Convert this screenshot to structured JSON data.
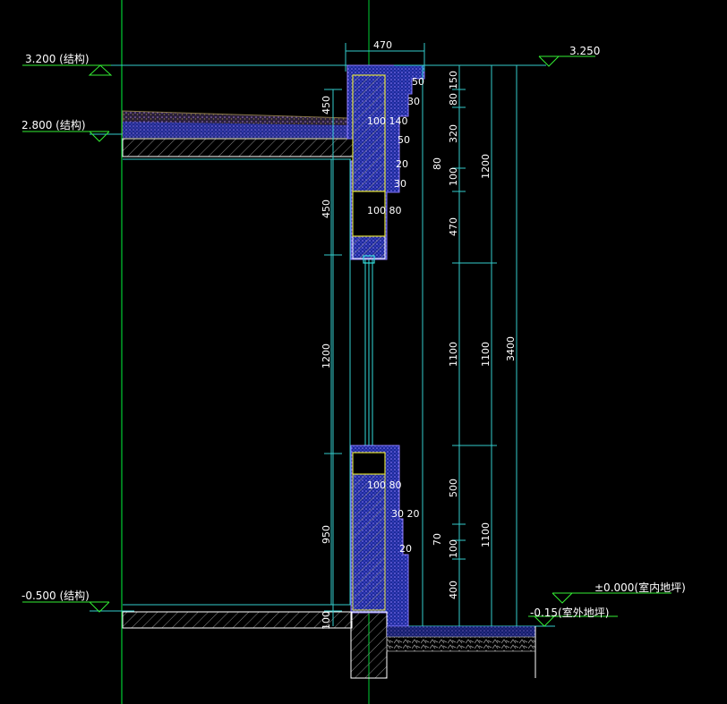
{
  "levels": {
    "roof_struct": "3.200 (结构)",
    "parapet_top": "3.250",
    "slab_struct": "2.800 (结构)",
    "floor_struct": "-0.500 (结构)",
    "indoor_floor": "±0.000(室内地坪)",
    "outdoor_ground": "-0.15(室外地坪)"
  },
  "dimensions": {
    "top_width": "470",
    "cap_50": "50",
    "cap_30": "30",
    "d150": "150",
    "d80a": "80",
    "d320": "320",
    "d1200_right": "1200",
    "d80_mid": "80",
    "d100_mid": "100",
    "d470": "470",
    "d1100_a": "1100",
    "d1100_b": "1100",
    "d3400": "3400",
    "d500": "500",
    "d70": "70",
    "d100_low": "100",
    "d1100_low": "1100",
    "d400": "400",
    "left_450_top": "450",
    "left_450": "450",
    "left_1200": "1200",
    "left_950": "950",
    "left_100": "100",
    "in_100_140": "100 140",
    "in_50": "50",
    "in_20": "20",
    "in_30": "30",
    "in_100_80_top": "100 80",
    "in_100_80_low": "100 80",
    "in_30_20": "30 20",
    "in_20_low": "20"
  },
  "colors": {
    "background": "#000000",
    "grid_line": "#00cc33",
    "dimension_line": "#33cccc",
    "structure_outline": "#ffffff",
    "insulation": "#3344cc",
    "insulation_dots": "#aa77ff",
    "inner_lining": "#dddd33",
    "window_frame": "#33dddd",
    "roof_surface": "#887744",
    "hatch": "#888888"
  }
}
